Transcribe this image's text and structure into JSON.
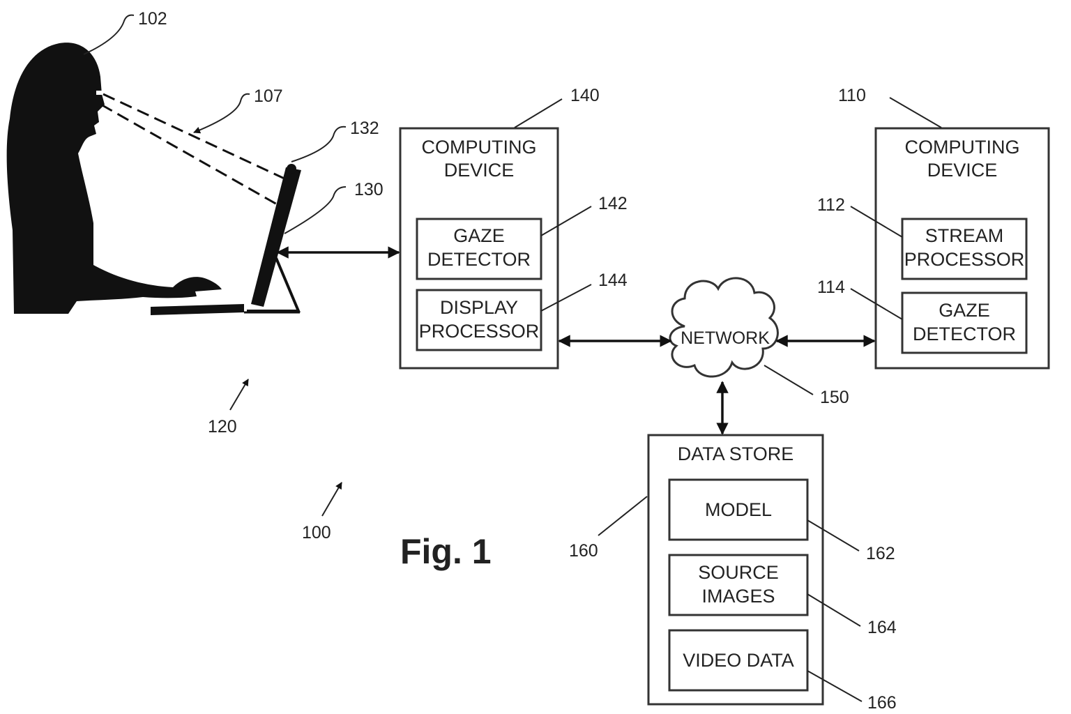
{
  "figure": {
    "title": "Fig. 1",
    "reference_numerals": {
      "system": "100",
      "user": "102",
      "gaze": "107",
      "server_device": "110",
      "stream_processor": "112",
      "server_gaze_detector": "114",
      "client_device": "120",
      "display": "130",
      "camera": "132",
      "local_device": "140",
      "local_gaze_detector": "142",
      "display_processor": "144",
      "network": "150",
      "data_store": "160",
      "model": "162",
      "source_images": "164",
      "video_data": "166"
    },
    "boxes": {
      "local_device": {
        "title_line1": "COMPUTING",
        "title_line2": "DEVICE",
        "gaze_detector_line1": "GAZE",
        "gaze_detector_line2": "DETECTOR",
        "display_processor_line1": "DISPLAY",
        "display_processor_line2": "PROCESSOR"
      },
      "server_device": {
        "title_line1": "COMPUTING",
        "title_line2": "DEVICE",
        "stream_processor_line1": "STREAM",
        "stream_processor_line2": "PROCESSOR",
        "gaze_detector_line1": "GAZE",
        "gaze_detector_line2": "DETECTOR"
      },
      "network": {
        "label": "NETWORK"
      },
      "data_store": {
        "title": "DATA STORE",
        "model": "MODEL",
        "source_images_line1": "SOURCE",
        "source_images_line2": "IMAGES",
        "video_data": "VIDEO DATA"
      }
    }
  }
}
